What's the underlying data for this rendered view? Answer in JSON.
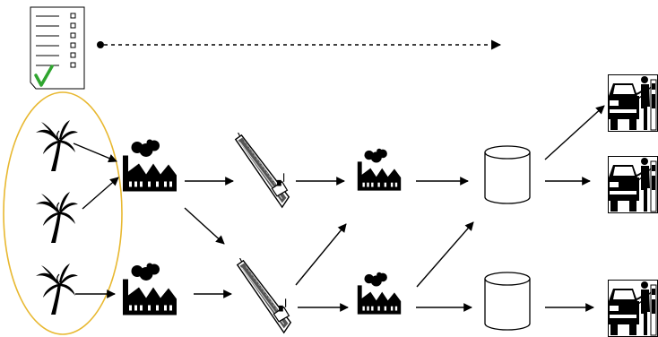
{
  "diagram": {
    "nodes": [
      {
        "id": "checklist",
        "icon": "checklist-document-icon",
        "kind": "certification-document"
      },
      {
        "id": "tree-1",
        "icon": "palm-tree-icon",
        "kind": "plantation"
      },
      {
        "id": "tree-2",
        "icon": "palm-tree-icon",
        "kind": "plantation"
      },
      {
        "id": "tree-3",
        "icon": "palm-tree-icon",
        "kind": "plantation"
      },
      {
        "id": "mill-1",
        "icon": "factory-icon",
        "kind": "mill"
      },
      {
        "id": "mill-2",
        "icon": "factory-icon",
        "kind": "mill"
      },
      {
        "id": "ship-1",
        "icon": "cargo-ship-icon",
        "kind": "transport"
      },
      {
        "id": "ship-2",
        "icon": "cargo-ship-icon",
        "kind": "transport"
      },
      {
        "id": "refinery-1",
        "icon": "factory-icon",
        "kind": "refinery"
      },
      {
        "id": "refinery-2",
        "icon": "factory-icon",
        "kind": "refinery"
      },
      {
        "id": "tank-1",
        "icon": "storage-tank-icon",
        "kind": "storage"
      },
      {
        "id": "tank-2",
        "icon": "storage-tank-icon",
        "kind": "storage"
      },
      {
        "id": "station-1",
        "icon": "fuel-station-icon",
        "kind": "consumer"
      },
      {
        "id": "station-2",
        "icon": "fuel-station-icon",
        "kind": "consumer"
      },
      {
        "id": "station-3",
        "icon": "fuel-station-icon",
        "kind": "consumer"
      }
    ],
    "edges": [
      [
        "checklist",
        "downstream",
        "dashed"
      ],
      [
        "tree-1",
        "mill-1",
        "solid"
      ],
      [
        "tree-2",
        "mill-1",
        "solid"
      ],
      [
        "tree-3",
        "mill-2",
        "solid"
      ],
      [
        "mill-1",
        "ship-1",
        "solid"
      ],
      [
        "mill-1",
        "ship-2",
        "solid"
      ],
      [
        "mill-2",
        "ship-2",
        "solid"
      ],
      [
        "ship-1",
        "refinery-1",
        "solid"
      ],
      [
        "ship-2",
        "refinery-1",
        "solid"
      ],
      [
        "ship-2",
        "refinery-2",
        "solid"
      ],
      [
        "refinery-1",
        "tank-1",
        "solid"
      ],
      [
        "refinery-2",
        "tank-1",
        "solid"
      ],
      [
        "refinery-2",
        "tank-2",
        "solid"
      ],
      [
        "tank-1",
        "station-1",
        "solid"
      ],
      [
        "tank-1",
        "station-2",
        "solid"
      ],
      [
        "tank-2",
        "station-3",
        "solid"
      ]
    ],
    "colors": {
      "ink": "#000000",
      "checkmark": "#2fa52f",
      "plantation_outline": "#e8b830",
      "background": "#ffffff"
    }
  }
}
